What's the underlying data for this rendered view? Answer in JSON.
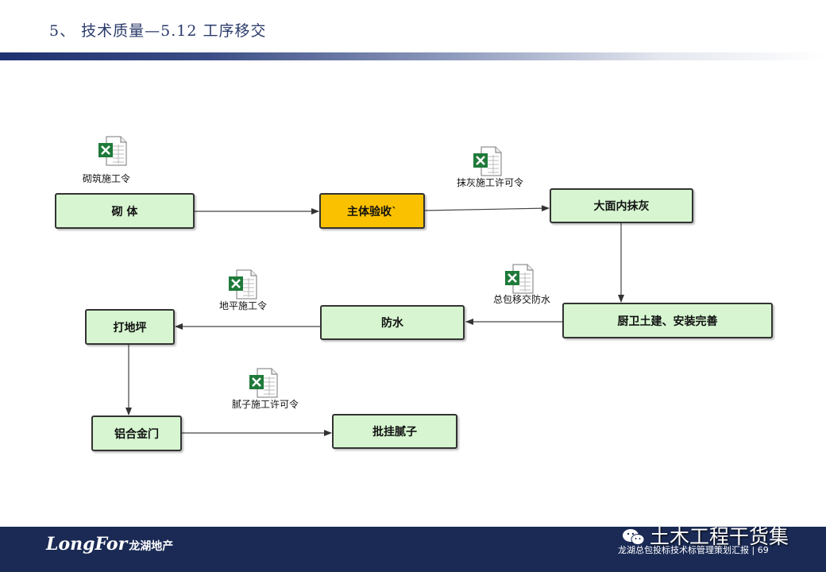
{
  "header": {
    "title": "5、 技术质量—5.12 工序移交"
  },
  "nodes": {
    "n1": "砌  体",
    "n2": "主体验收`",
    "n3": "大面内抹灰",
    "n4": "厨卫土建、安装完善",
    "n5": "防水",
    "n6": "打地坪",
    "n7": "铝合金门",
    "n8": "批挂腻子"
  },
  "docs": {
    "d1": "砌筑施工令",
    "d2": "抹灰施工许可令",
    "d3": "总包移交防水",
    "d4": "地平施工令",
    "d5": "腻子施工许可令"
  },
  "colors": {
    "node_fill": "#d6f5d0",
    "highlight_fill": "#f9c100",
    "footer_bg": "#1a2a55",
    "excel_green": "#1f7a3a"
  },
  "footer": {
    "logo_en": "LongFor",
    "logo_cn": "龙湖地产",
    "watermark": "土木工程干货集",
    "caption": "龙湖总包投标技术标管理策划汇报 | 69"
  }
}
